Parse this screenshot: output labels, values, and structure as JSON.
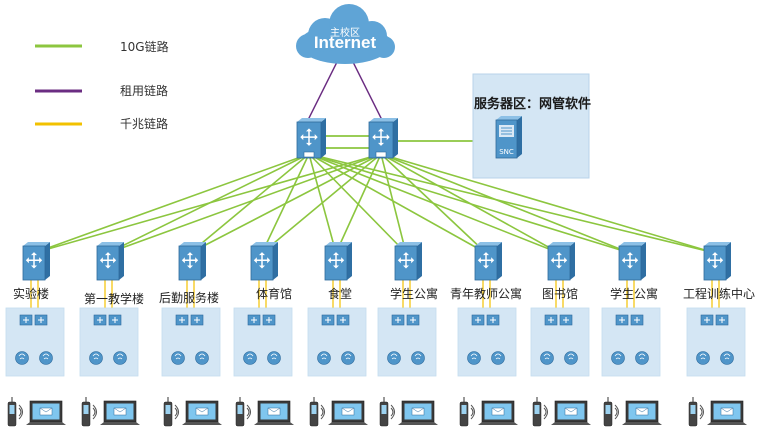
{
  "legend": [
    {
      "label": "10G链路",
      "color": "#8cc63f"
    },
    {
      "label": "租用链路",
      "color": "#6b2d82"
    },
    {
      "label": "千兆链路",
      "color": "#f2c100"
    }
  ],
  "cloud": {
    "caption": "主校区",
    "title": "Internet"
  },
  "server_area": {
    "title": "服务器区：网管软件",
    "device_label": "SNC"
  },
  "colors": {
    "link_10g": "#8cc63f",
    "link_leased": "#6b2d82",
    "link_gig": "#f2c100",
    "switch_blue": "#4f95c9",
    "cloud_blue": "#5fa4d6",
    "panel_blue": "#d4e6f4"
  },
  "buildings": [
    {
      "label": "实验楼"
    },
    {
      "label": "第一教学楼"
    },
    {
      "label": "后勤服务楼"
    },
    {
      "label": "体育馆"
    },
    {
      "label": "食堂"
    },
    {
      "label": "学生公寓"
    },
    {
      "label": "青年教师公寓"
    },
    {
      "label": "图书馆"
    },
    {
      "label": "学生公寓"
    },
    {
      "label": "工程训练中心"
    }
  ],
  "icons": {
    "core_switch": "core-switch-icon",
    "building_switch": "building-switch-icon",
    "access_switch": "access-switch-icon",
    "access_point": "wireless-ap-icon",
    "phone": "mobile-phone-icon",
    "laptop": "laptop-icon",
    "server": "server-icon",
    "cloud": "cloud-icon"
  }
}
